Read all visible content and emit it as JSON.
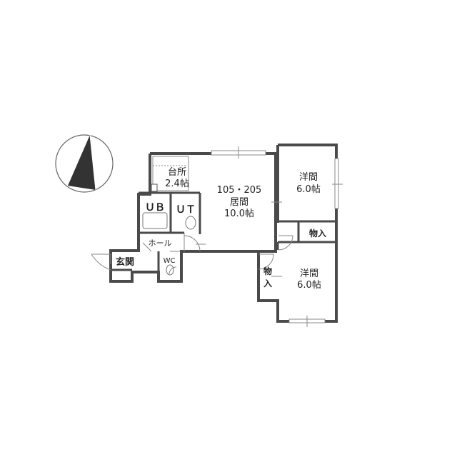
{
  "compass": {
    "icon": "north-arrow-icon"
  },
  "colors": {
    "wall": "#4a4a4a",
    "thin": "#888888",
    "fixture": "#777777",
    "background": "#ffffff"
  },
  "rooms": {
    "kitchen": {
      "name": "台所",
      "size": "2.4帖"
    },
    "living": {
      "unit": "105・205",
      "name": "居間",
      "size": "10.0帖"
    },
    "western_1": {
      "name": "洋間",
      "size": "6.0帖"
    },
    "western_2": {
      "name": "洋間",
      "size": "6.0帖"
    },
    "closet_1": {
      "name": "物入"
    },
    "closet_2": {
      "name_top": "物",
      "name_bottom": "入"
    },
    "bath": {
      "name": "ＵＢ"
    },
    "utility": {
      "name": "ＵＴ"
    },
    "hall": {
      "name": "ホール"
    },
    "entrance": {
      "name": "玄関"
    },
    "toilet": {
      "name": "WC"
    }
  }
}
